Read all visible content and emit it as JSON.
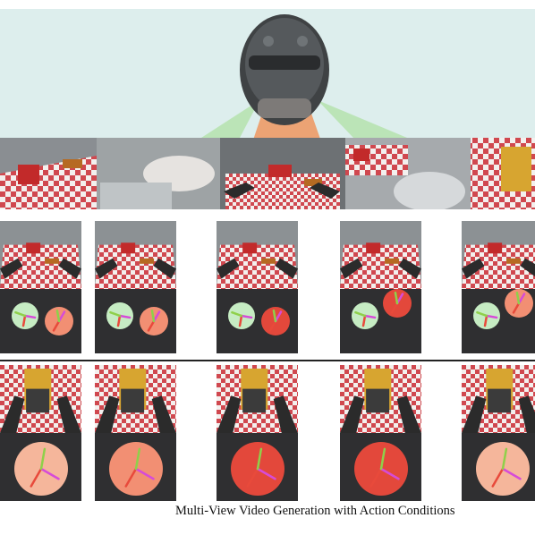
{
  "caption": "Multi-View Video Generation with Action Conditions",
  "colors": {
    "sky": "#ddeeed",
    "table_red": "#d0484f",
    "table_white": "#f3f0ee",
    "panel_dark": "#2f2f31",
    "dial_light_green": "#c6ecc3",
    "dial_salmon": "#f28f73",
    "dial_red": "#e3483b",
    "dial_peach": "#f5b69b",
    "beam_orange": "#f08a4b",
    "beam_green": "#9fdc8a"
  },
  "rows": [
    {
      "name": "head-camera-row",
      "frames": [
        {
          "dial_a": "dial_light_green",
          "dial_b": "dial_salmon"
        },
        {
          "dial_a": "dial_light_green",
          "dial_b": "dial_salmon"
        },
        {
          "dial_a": "dial_light_green",
          "dial_b": "dial_red"
        },
        {
          "dial_a": "dial_light_green",
          "dial_b": "dial_red"
        },
        {
          "dial_a": "dial_light_green",
          "dial_b": "dial_salmon"
        }
      ]
    },
    {
      "name": "wrist-camera-row",
      "frames": [
        {
          "dial": "dial_peach"
        },
        {
          "dial": "dial_salmon"
        },
        {
          "dial": "dial_red"
        },
        {
          "dial": "dial_red"
        },
        {
          "dial": "dial_peach"
        }
      ]
    }
  ]
}
